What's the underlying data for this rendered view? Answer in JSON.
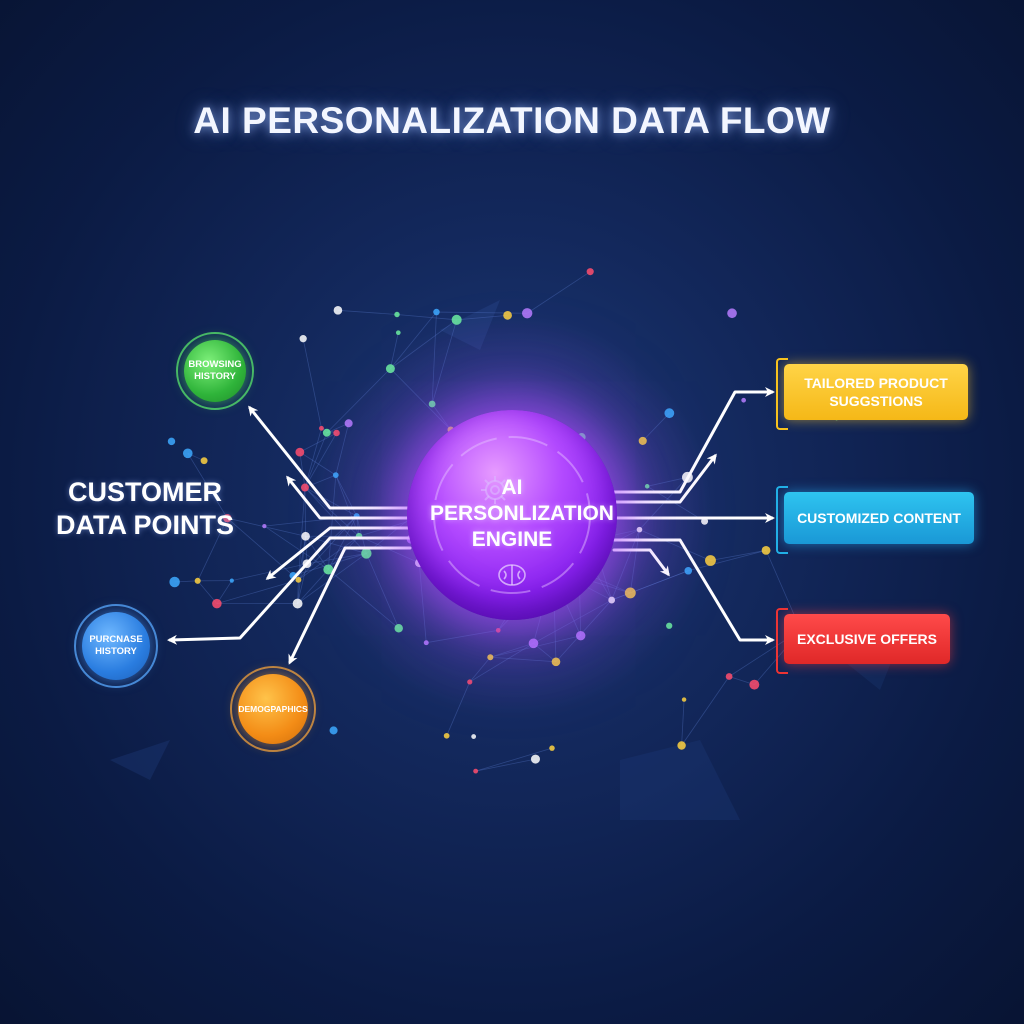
{
  "title": "AI PERSONALIZATION DATA FLOW",
  "customer_label": {
    "line1": "CUSTOMER",
    "line2": "DATA POINTS"
  },
  "inputs": [
    {
      "line1": "BROWSING",
      "line2": "HISTORY",
      "color": "#3cc444"
    },
    {
      "line1": "PURCNASE",
      "line2": "HISTORY",
      "color": "#2f86e8"
    },
    {
      "line1": "DEMOGPAPHICS",
      "line2": "",
      "color": "#f59a1c"
    }
  ],
  "engine": {
    "line1": "AI",
    "line2": "PERSONLIZATION",
    "line3": "ENGINE",
    "color": "#a23cff",
    "icons": [
      "gear-icon",
      "brain-icon"
    ]
  },
  "outputs": [
    {
      "line1": "TAILORED PRODUCT",
      "line2": "SUGGSTIONS",
      "color": "#f7c21f"
    },
    {
      "line1": "CUSTOMIZED CONTENT",
      "line2": "",
      "color": "#22b0e6"
    },
    {
      "line1": "EXCLUSIVE OFFERS",
      "line2": "",
      "color": "#ec3434"
    }
  ],
  "colors": {
    "background": "#0f2254",
    "arrow": "#ffffff",
    "network_line": "#4f73c8"
  }
}
